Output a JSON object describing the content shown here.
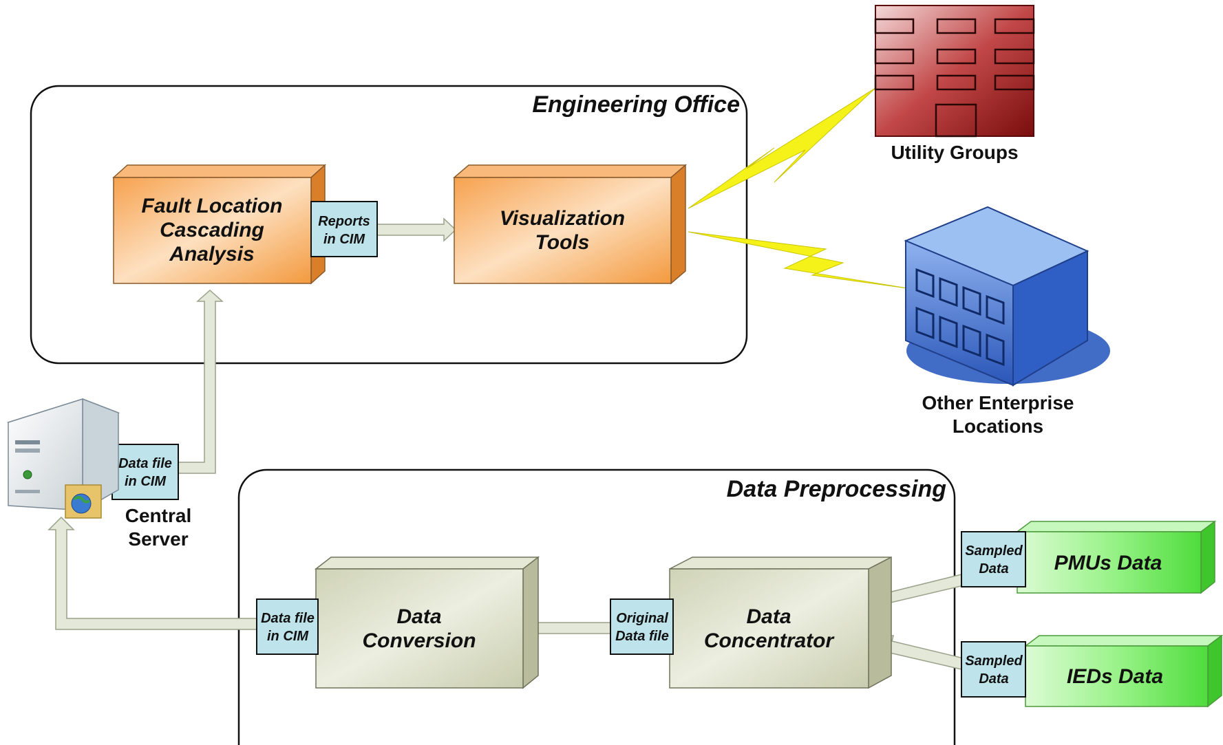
{
  "regions": {
    "engineering_office": "Engineering Office",
    "data_preprocessing": "Data Preprocessing"
  },
  "boxes": {
    "fault_location": [
      "Fault Location",
      "Cascading",
      "Analysis"
    ],
    "visualization": [
      "Visualization",
      "Tools"
    ],
    "data_conversion": [
      "Data",
      "Conversion"
    ],
    "data_concentrator": [
      "Data",
      "Concentrator"
    ],
    "pmus": "PMUs Data",
    "ieds": "IEDs Data"
  },
  "tags": {
    "reports_cim": [
      "Reports",
      "in CIM"
    ],
    "server_file_cim": [
      "Data file",
      "in CIM"
    ],
    "conversion_file_cim": [
      "Data file",
      "in CIM"
    ],
    "original_file": [
      "Original",
      "Data file"
    ],
    "pmus_sampled": [
      "Sampled",
      "Data"
    ],
    "ieds_sampled": [
      "Sampled",
      "Data"
    ]
  },
  "external": {
    "utility_groups": "Utility Groups",
    "enterprise": [
      "Other Enterprise",
      "Locations"
    ],
    "central_server": [
      "Central",
      "Server"
    ]
  },
  "colors": {
    "orange_box": "#f7a04a",
    "gray_box": "#d9dcc4",
    "green_box": "#7fef6a",
    "tag_fill": "#bfe3ea",
    "arrow_fill": "#e4e8d8",
    "lightning": "#f5f21a",
    "utility_building": "#9a1717",
    "enterprise_building": "#3f6fcf"
  }
}
